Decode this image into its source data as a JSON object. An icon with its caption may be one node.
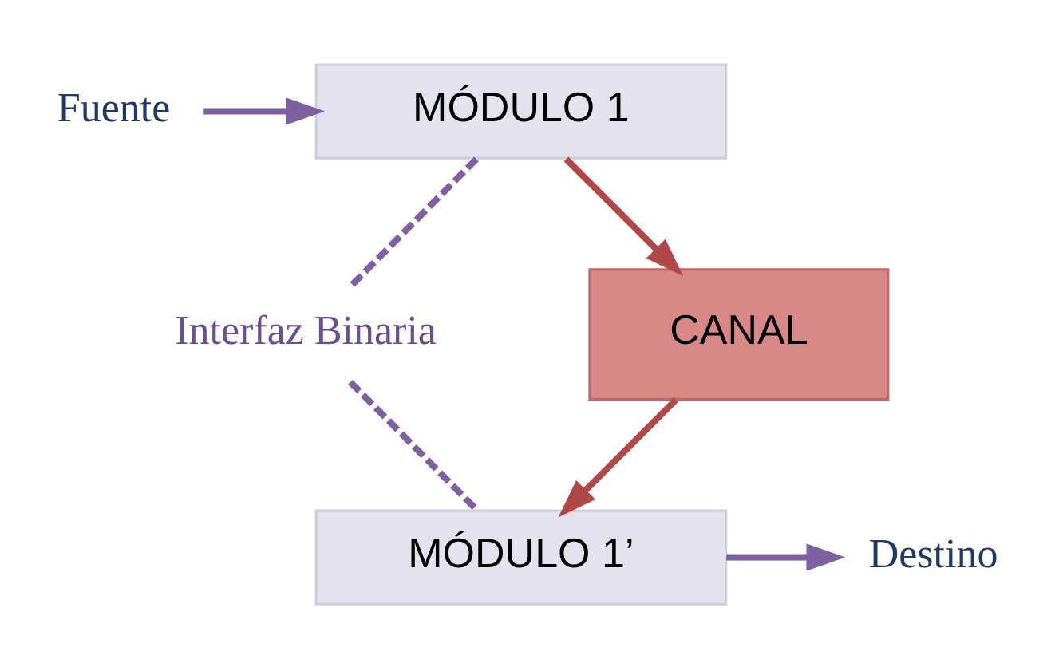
{
  "diagram": {
    "nodes": [
      {
        "text": [
          "Fuente"
        ]
      },
      {
        "text": [
          "MÓDULO 1"
        ]
      },
      {
        "text": [
          "Interfaz Binaria"
        ]
      },
      {
        "text": [
          "CANAL"
        ]
      },
      {
        "text": [
          "Destino"
        ]
      },
      {
        "text": [
          "MÓDULO 1’"
        ]
      }
    ],
    "edges": [
      {
        "from": 0,
        "to": 1,
        "arrow": "to",
        "color": "#7e5fa0"
      },
      {
        "from": 1,
        "to": 3,
        "arrow": "to",
        "color": "#b04848"
      },
      {
        "from": 3,
        "to": 5,
        "arrow": "to",
        "color": "#b04848"
      },
      {
        "from": 5,
        "to": 4,
        "arrow": "to",
        "color": "#7e5fa0"
      },
      {
        "from": 1,
        "to": 2,
        "arrow": "none",
        "style": "dashed",
        "color": "#7e5fa0"
      },
      {
        "from": 2,
        "to": 5,
        "arrow": "none",
        "style": "dashed",
        "color": "#7e5fa0"
      }
    ]
  }
}
